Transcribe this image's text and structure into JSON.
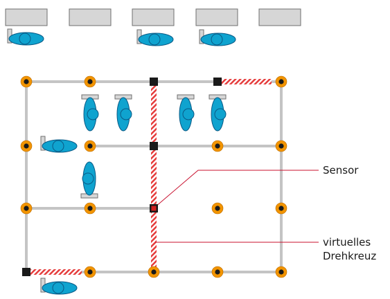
{
  "labels": {
    "sensor": "Sensor",
    "turnstile_line1": "virtuelles",
    "turnstile_line2": "Drehkreuz"
  },
  "colors": {
    "desk_fill": "#d6d6d6",
    "desk_stroke": "#6f6f6f",
    "grid_line": "#c4c4c4",
    "node_outer": "#f29400",
    "node_inner": "#1a1a1a",
    "sensor_active": "#d21f1f",
    "person_fill": "#0fa3cf",
    "person_stroke": "#0a5a86",
    "leader_line": "#c8102e",
    "hatch": "#e53c3c"
  },
  "icons": {
    "node": "circle-node-icon",
    "sensor": "square-sensor-icon",
    "person": "person-topview-icon",
    "desk": "desk-icon"
  }
}
